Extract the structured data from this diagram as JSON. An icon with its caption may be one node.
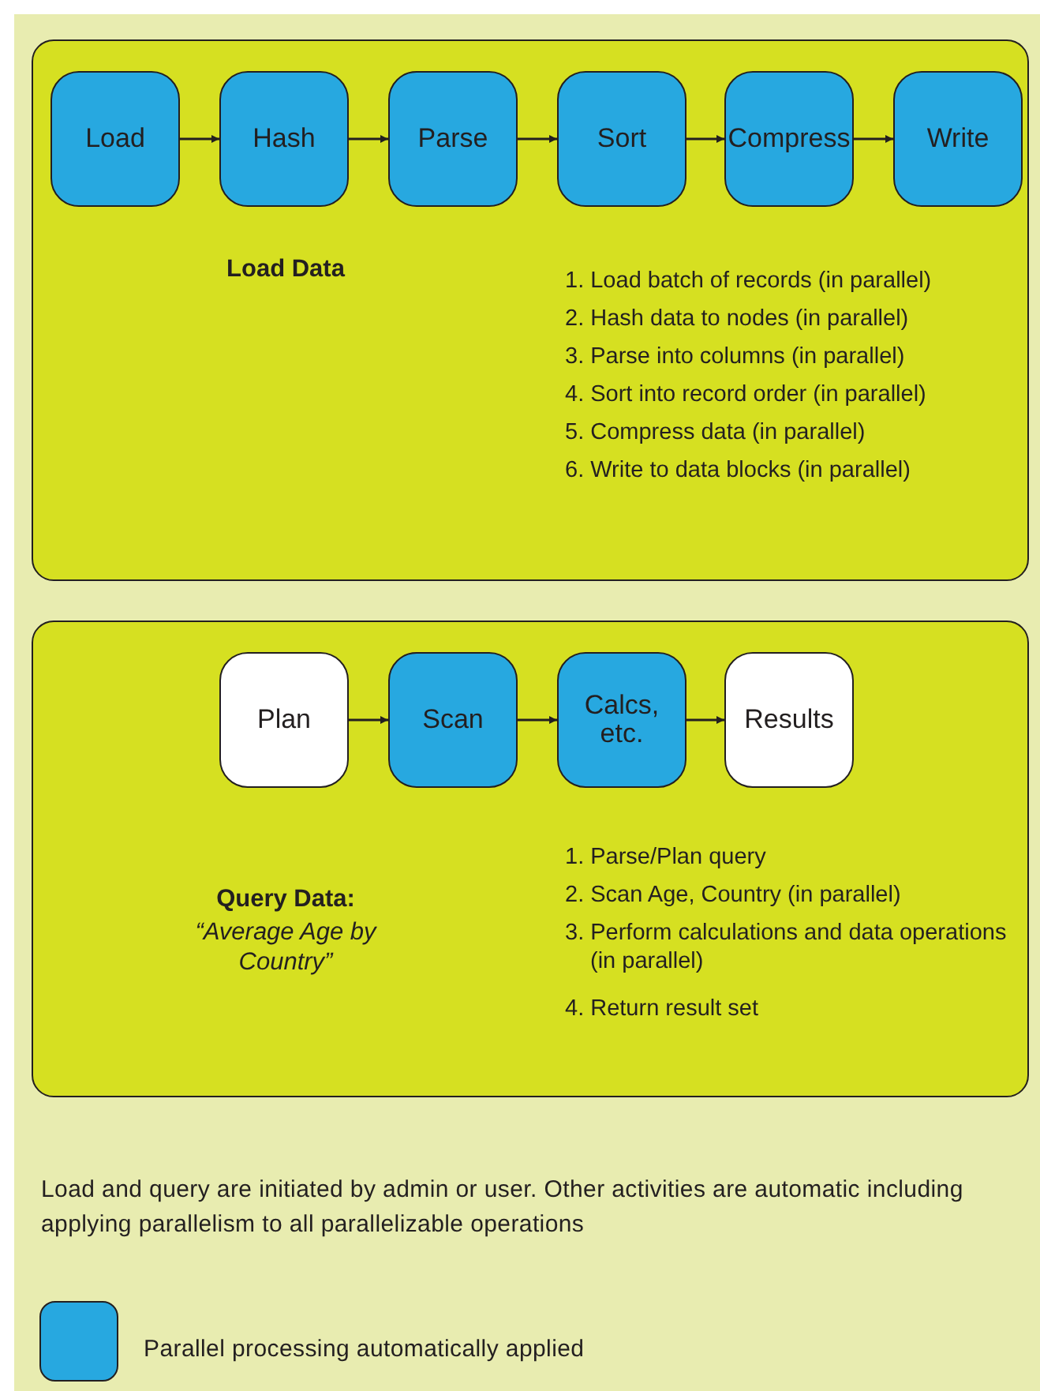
{
  "diagram": {
    "nodes": [
      {
        "text": [
          "Load Data",
          "1. Load batch of records (in parallel)",
          "2. Hash data to nodes (in parallel)",
          "3. Parse into columns (in parallel)",
          "4. Sort into record order (in parallel)",
          "5. Compress data (in parallel)",
          "6. Write to data blocks (in parallel)"
        ]
      },
      {
        "text": [
          "Load"
        ],
        "in": 0
      },
      {
        "text": [
          "Hash"
        ],
        "in": 0
      },
      {
        "text": [
          "Parse"
        ],
        "in": 0
      },
      {
        "text": [
          "Sort"
        ],
        "in": 0
      },
      {
        "text": [
          "Compress"
        ],
        "in": 0
      },
      {
        "text": [
          "Write"
        ],
        "in": 0
      },
      {
        "text": [
          "Query Data:",
          "“Average Age by Country”",
          "1. Parse/Plan query",
          "2. Scan Age, Country (in parallel)",
          "3. Perform calculations and data operations (in parallel)",
          "4. Return result set"
        ]
      },
      {
        "text": [
          "Plan"
        ],
        "in": 7
      },
      {
        "text": [
          "Scan"
        ],
        "in": 7
      },
      {
        "text": [
          "Calcs, etc."
        ],
        "in": 7
      },
      {
        "text": [
          "Results"
        ],
        "in": 7
      }
    ],
    "edges": [
      {
        "from": 1,
        "to": 2,
        "arrow": "to"
      },
      {
        "from": 2,
        "to": 3,
        "arrow": "to"
      },
      {
        "from": 3,
        "to": 4,
        "arrow": "to"
      },
      {
        "from": 4,
        "to": 5,
        "arrow": "to"
      },
      {
        "from": 5,
        "to": 6,
        "arrow": "to"
      },
      {
        "from": 8,
        "to": 9,
        "arrow": "to"
      },
      {
        "from": 9,
        "to": 10,
        "arrow": "to"
      },
      {
        "from": 10,
        "to": 11,
        "arrow": "to"
      }
    ],
    "labels": [
      "Load and query are initiated by admin or user. Other activities are automatic including applying parallelism to all parallelizable operations"
    ],
    "legend": [
      {
        "text": "Parallel processing automatically applied",
        "color": "#27a8e0"
      }
    ]
  }
}
